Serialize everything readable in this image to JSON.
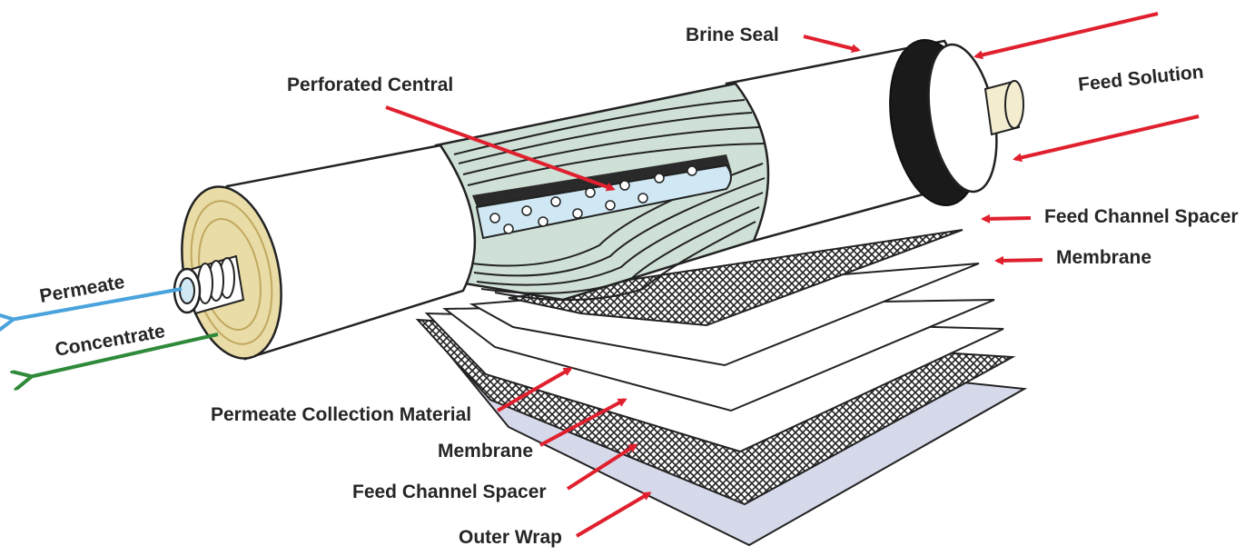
{
  "labels": {
    "brine_seal": "Brine Seal",
    "feed_solution": "Feed Solution",
    "perforated_central": "Perforated Central",
    "feed_channel_spacer_top": "Feed Channel Spacer",
    "membrane_top": "Membrane",
    "permeate": "Permeate",
    "concentrate": "Concentrate",
    "permeate_collection_material": "Permeate Collection Material",
    "membrane_bottom": "Membrane",
    "feed_channel_spacer_bottom": "Feed Channel Spacer",
    "outer_wrap": "Outer Wrap"
  },
  "colors": {
    "arrow_red": "#e0202e",
    "permeate_arrow": "#4aa3dc",
    "concentrate_arrow": "#2f8a3a",
    "tube_blue": "#cfe8f4",
    "end_cap": "#e9dca6",
    "seal_black": "#1a1a1a",
    "outer_wrap_fill": "#d6d9ea",
    "layer_green": "#cfe0d6"
  }
}
